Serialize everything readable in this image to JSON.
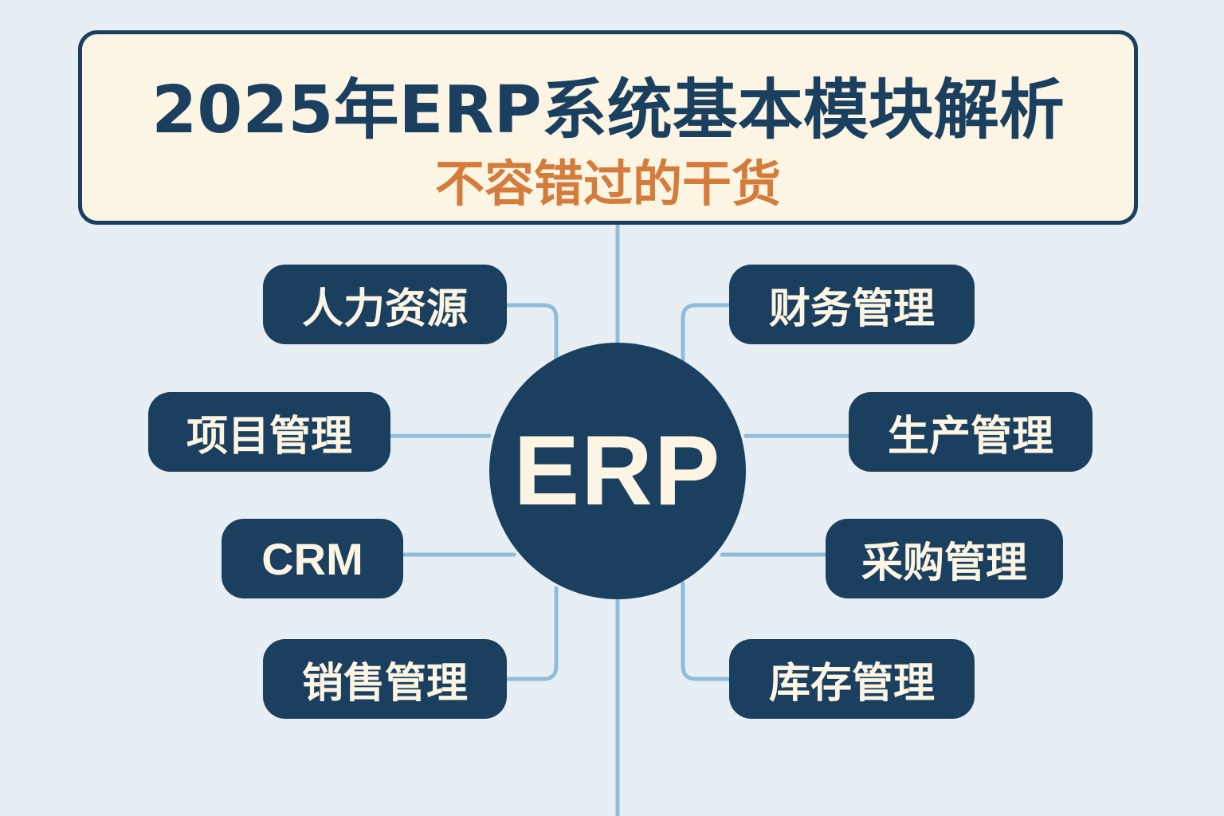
{
  "header": {
    "title": "2025年ERP系统基本模块解析",
    "subtitle": "不容错过的干货"
  },
  "hub": {
    "label": "ERP"
  },
  "modules": {
    "left": [
      {
        "label": "人力资源"
      },
      {
        "label": "项目管理"
      },
      {
        "label": "CRM"
      },
      {
        "label": "销售管理"
      }
    ],
    "right": [
      {
        "label": "财务管理"
      },
      {
        "label": "生产管理"
      },
      {
        "label": "采购管理"
      },
      {
        "label": "库存管理"
      }
    ]
  },
  "colors": {
    "background": "#e7eff4",
    "dark_navy": "#1b3f5e",
    "cream": "#fdf5e4",
    "orange": "#d47c3c",
    "connector": "#8fbcd8"
  }
}
